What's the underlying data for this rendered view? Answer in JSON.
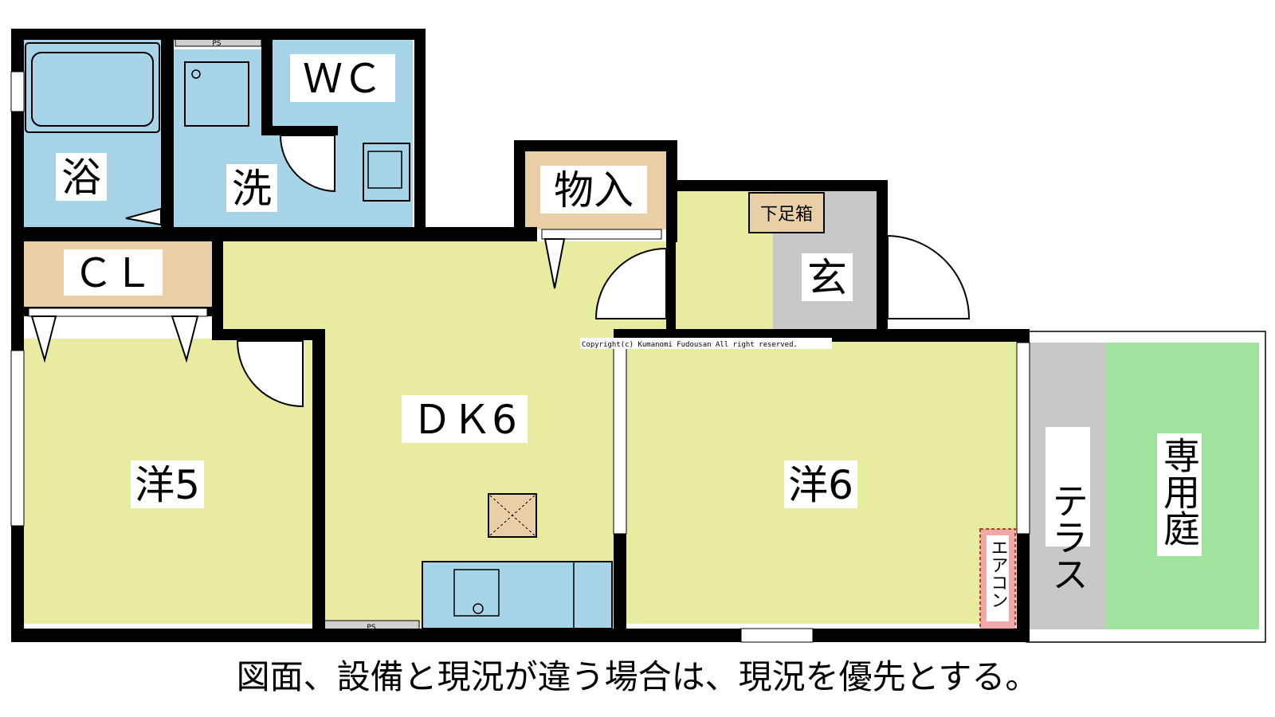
{
  "rooms": {
    "bath": "浴",
    "washroom": "洗",
    "wc": "ＷＣ",
    "storage": "物入",
    "closet": "ＣＬ",
    "dk": "ＤＫ6",
    "western5": "洋5",
    "western6": "洋6",
    "entrance": "玄",
    "shoe_box": "下足箱",
    "terrace": "テラス",
    "private_garden": "専用庭",
    "air_conditioner": "エアコン",
    "pipe_space": "PS"
  },
  "copyright": "Copyright(c) Kumanomi Fudousan All right reserved.",
  "footer_note": "図面、設備と現況が違う場合は、現況を優先とする。",
  "colors": {
    "wet_area": "#a8d4e8",
    "living": "#e8eca0",
    "storage": "#e8cfa6",
    "entrance_floor": "#c8c8c8",
    "terrace": "#c8c8c8",
    "garden": "#a0e4a0",
    "aircon": "#f0a8a8"
  }
}
